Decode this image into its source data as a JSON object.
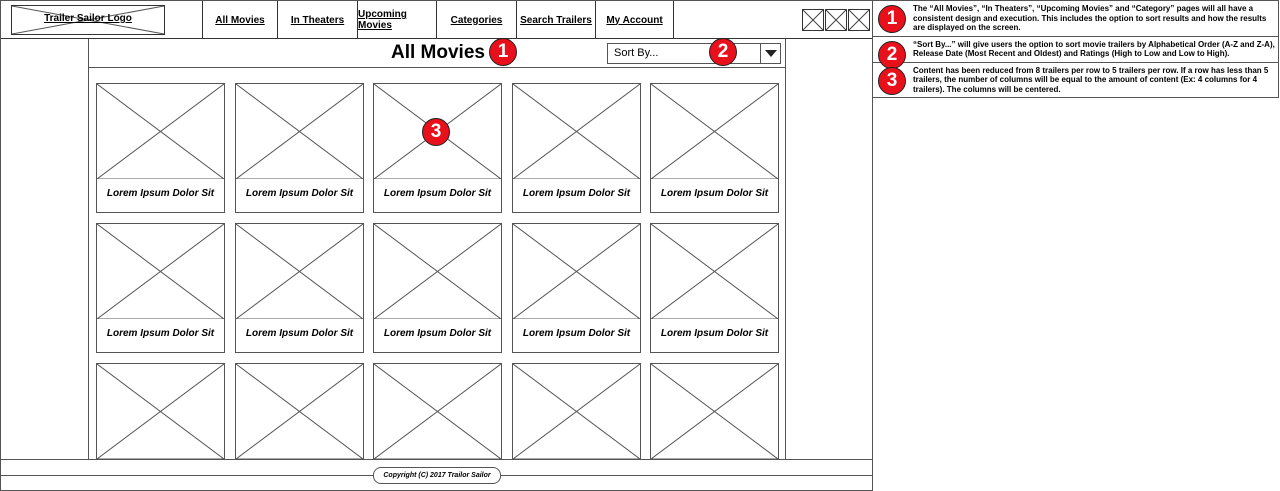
{
  "nav": {
    "logo": "Trailer Sailor Logo",
    "links": [
      {
        "label": "All Movies",
        "width": 75
      },
      {
        "label": "In Theaters",
        "width": 80
      },
      {
        "label": "Upcoming Movies",
        "width": 79
      },
      {
        "label": "Categories",
        "width": 80
      },
      {
        "label": "Search Trailers",
        "width": 79
      },
      {
        "label": "My Account",
        "width": 79
      }
    ]
  },
  "page": {
    "title": "All Movies",
    "sort_label": "Sort By..."
  },
  "cards": {
    "title": "Lorem Ipsum Dolor Sit",
    "columns": 5,
    "rows": 3
  },
  "footer": {
    "copyright": "Copyright (C) 2017 Trailor Sailor"
  },
  "badges": [
    "1",
    "2",
    "3"
  ],
  "notes": [
    {
      "number": "1",
      "text": "The “All Movies”, “In Theaters”, “Upcoming Movies” and “Category” pages will all have a consistent design and execution. This includes the option to sort results and how the results are displayed on the screen."
    },
    {
      "number": "2",
      "text": "“Sort By...” will give users the option to sort movie trailers by Alphabetical Order (A-Z and Z-A), Release Date (Most Recent and Oldest) and Ratings (High to Low and Low to High)."
    },
    {
      "number": "3",
      "text": "Content has been reduced from 8 trailers per row to 5 trailers per row. If a row has less than 5 trailers, the number of columns will be equal to the amount of content (Ex: 4 columns for 4 trailers). The columns will be centered."
    }
  ],
  "colors": {
    "badge": "#e8101b",
    "line": "#555555"
  }
}
